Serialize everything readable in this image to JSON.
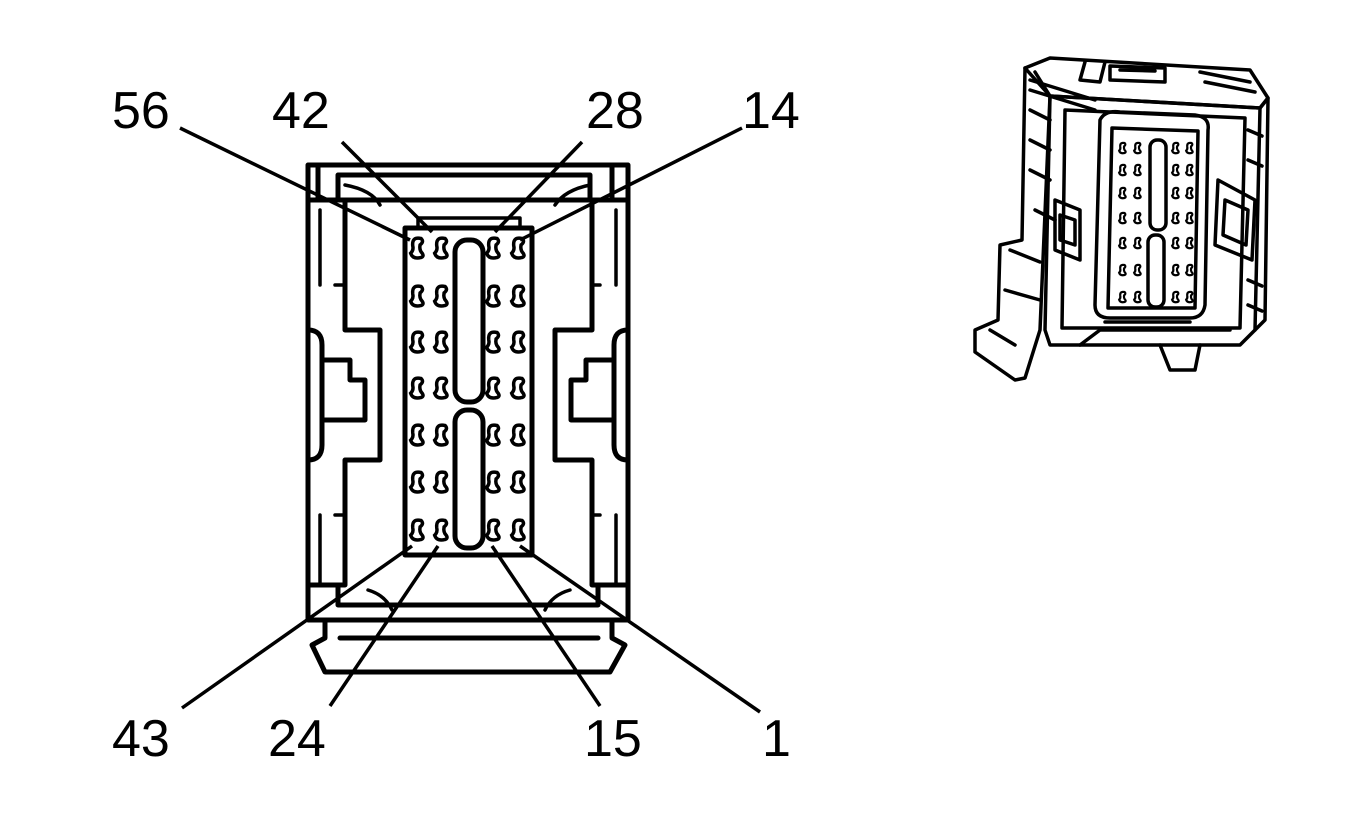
{
  "pin_labels": {
    "p56": "56",
    "p42": "42",
    "p28": "28",
    "p14": "14",
    "p43": "43",
    "p24": "24",
    "p15": "15",
    "p1": "1"
  },
  "colors": {
    "line": "#000000",
    "background": "#ffffff"
  }
}
